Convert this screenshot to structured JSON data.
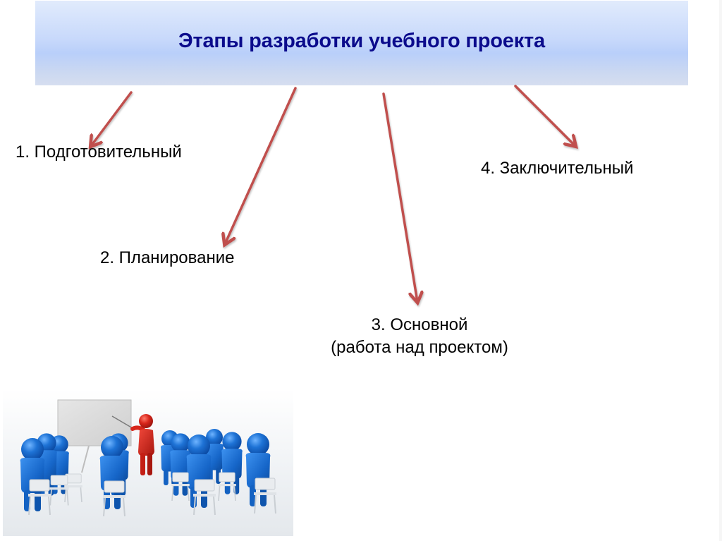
{
  "slide": {
    "title": "Этапы разработки учебного проекта",
    "stages": [
      {
        "number": "1",
        "label": "1. Подготовительный"
      },
      {
        "number": "2",
        "label": "2. Планирование"
      },
      {
        "number": "3",
        "label": "3. Основной",
        "sublabel": "(работа над проектом)"
      },
      {
        "number": "4",
        "label": "4. Заключительный"
      }
    ],
    "illustration": "presenter-with-audience-clipart"
  },
  "colors": {
    "title_text": "#0b0b8c",
    "banner_top": "#e1ebfc",
    "banner_mid": "#b9cffa",
    "arrow": "#c0504d",
    "audience_figures": "#1f6fcf",
    "presenter_figure": "#d42a1e"
  }
}
